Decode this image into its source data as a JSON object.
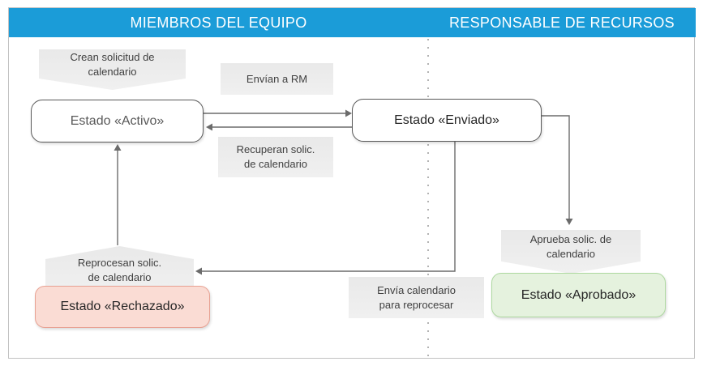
{
  "header": {
    "left_title": "MIEMBROS DEL EQUIPO",
    "right_title": "RESPONSABLE DE RECURSOS"
  },
  "actions": {
    "crean": {
      "line1": "Crean solicitud de",
      "line2": "calendario"
    },
    "envian": {
      "line1": "Envían a RM"
    },
    "recuperan": {
      "line1": "Recuperan solic.",
      "line2": "de calendario"
    },
    "reprocesan": {
      "line1": "Reprocesan solic.",
      "line2": "de calendario"
    },
    "envia_reprocesar": {
      "line1": "Envía calendario",
      "line2": "para reprocesar"
    },
    "aprueba": {
      "line1": "Aprueba solic. de",
      "line2": "calendario"
    }
  },
  "states": {
    "activo": {
      "label": "Estado «Activo»"
    },
    "enviado": {
      "label": "Estado «Enviado»"
    },
    "rechazado": {
      "label": "Estado «Rechazado»"
    },
    "aprobado": {
      "label": "Estado «Aprobado»"
    }
  },
  "colors": {
    "header_bg": "#1B9CD8",
    "header_text": "#FFFFFF",
    "action_bg": "#EBEBEB",
    "action_text": "#404040",
    "state_border": "#595959",
    "state_active_text": "#595959",
    "state_text": "#262626",
    "rejected_bg": "#FADCD4",
    "rejected_border": "#E8A293",
    "approved_bg": "#E5F2DE",
    "approved_border": "#AED9A0",
    "connector": "#6B6B6B",
    "divider": "#B3B3B3",
    "frame_border": "#C2C2C2"
  }
}
